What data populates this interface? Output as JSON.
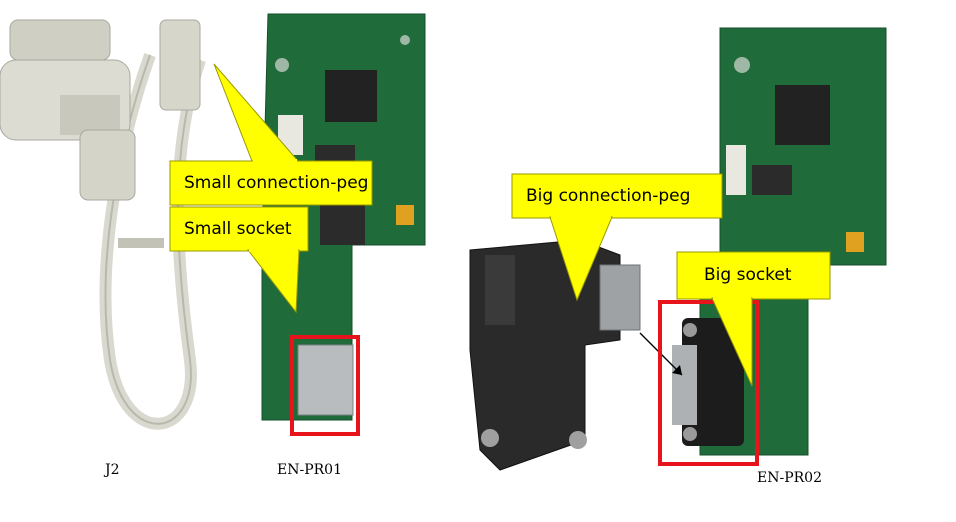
{
  "callouts": {
    "small_peg": "Small connection-peg",
    "small_socket": "Small socket",
    "big_peg": "Big connection-peg",
    "big_socket": "Big socket"
  },
  "captions": {
    "cable": "J2",
    "board1": "EN-PR01",
    "board2": "EN-PR02"
  },
  "colors": {
    "callout_fill": "#ffff00",
    "highlight_box": "#e8141c",
    "pcb_green": "#1f6b3a"
  }
}
